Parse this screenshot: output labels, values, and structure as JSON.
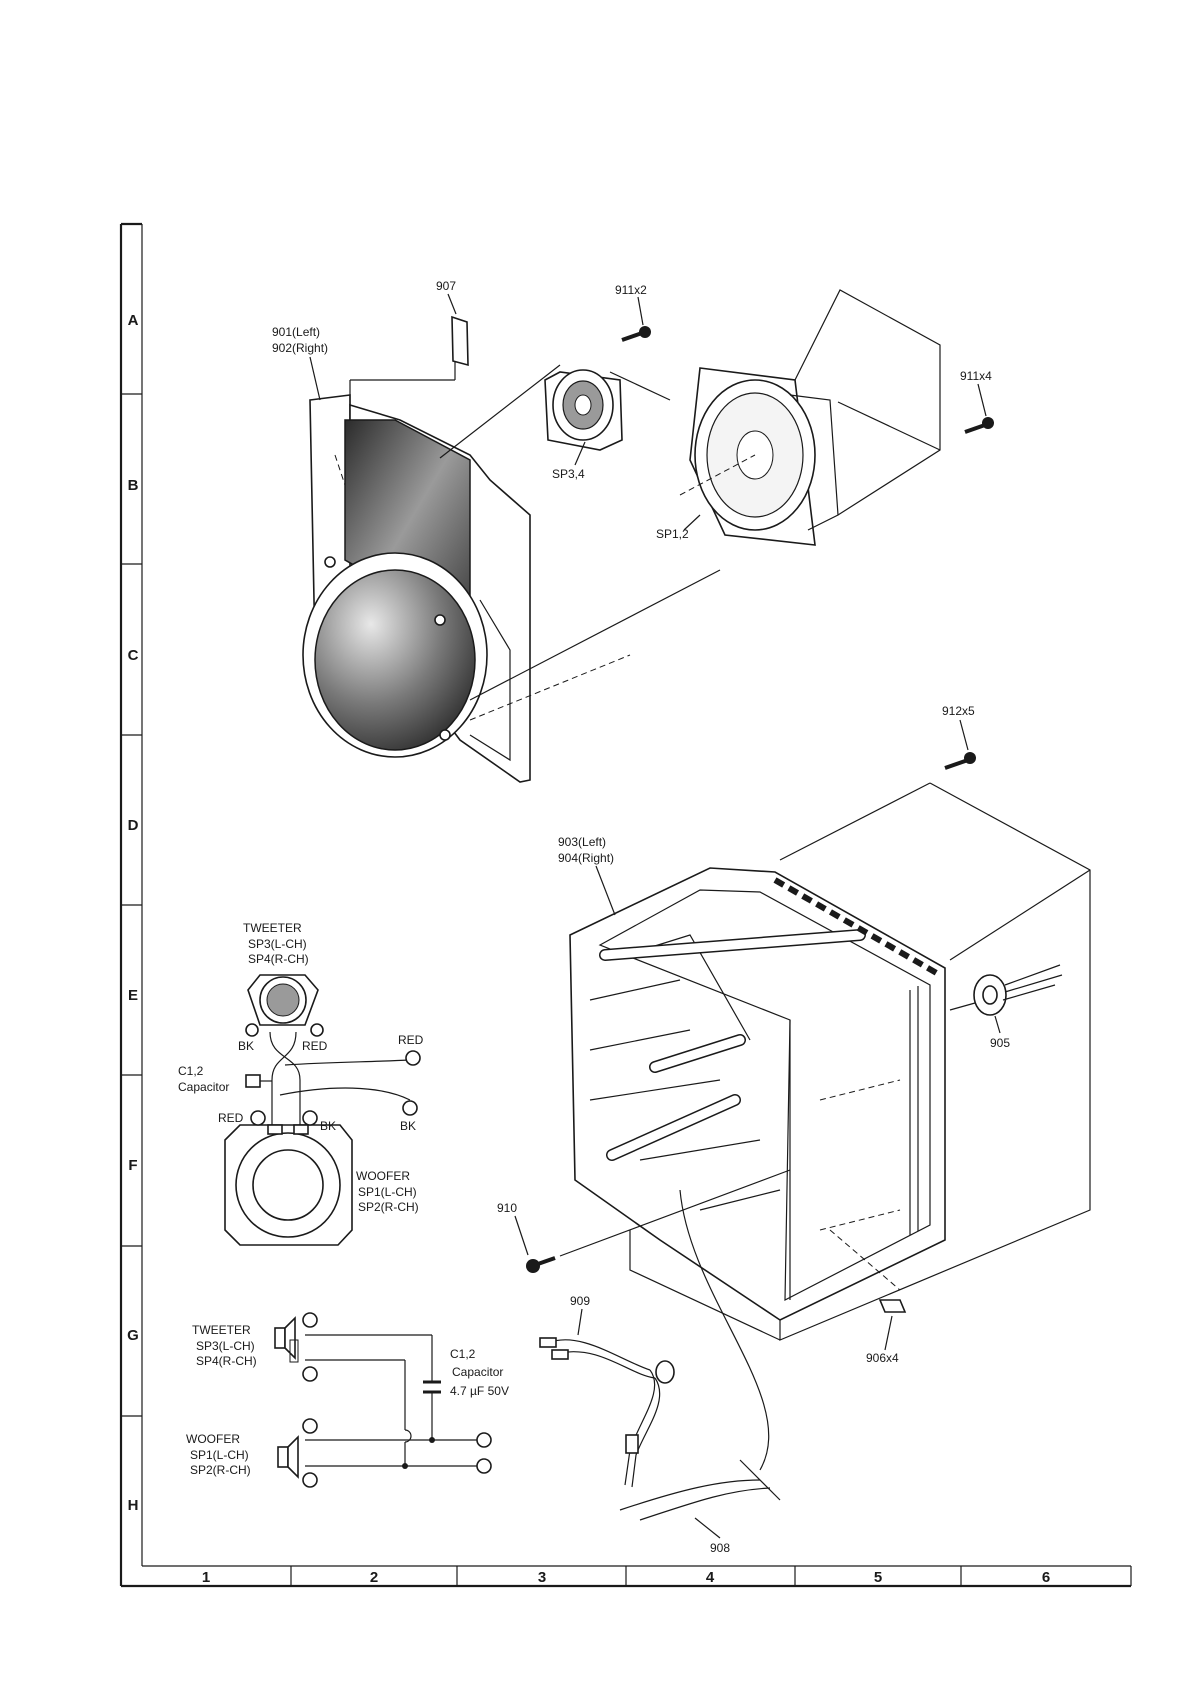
{
  "frame": {
    "rows": [
      "A",
      "B",
      "C",
      "D",
      "E",
      "F",
      "G",
      "H"
    ],
    "columns": [
      "1",
      "2",
      "3",
      "4",
      "5",
      "6"
    ]
  },
  "parts": {
    "p907": "907",
    "p911x2": "911x2",
    "p901": "901(Left)",
    "p902": "902(Right)",
    "p911x4": "911x4",
    "sp34": "SP3,4",
    "sp12": "SP1,2",
    "p912x5": "912x5",
    "p903": "903(Left)",
    "p904": "904(Right)",
    "p905": "905",
    "p910": "910",
    "p909": "909",
    "p906x4": "906x4",
    "p908": "908"
  },
  "wiring": {
    "tweeter_title": "TWEETER",
    "tweeter_l": "SP3(L-CH)",
    "tweeter_r": "SP4(R-CH)",
    "bk_top": "BK",
    "red_top": "RED",
    "red_right": "RED",
    "c12": "C1,2",
    "capacitor": "Capacitor",
    "red_left": "RED",
    "bk_mid": "BK",
    "bk_right": "BK",
    "woofer_title": "WOOFER",
    "woofer_l": "SP1(L-CH)",
    "woofer_r": "SP2(R-CH)"
  },
  "schematic": {
    "tweeter_title": "TWEETER",
    "tweeter_l": "SP3(L-CH)",
    "tweeter_r": "SP4(R-CH)",
    "c12": "C1,2",
    "capacitor": "Capacitor",
    "cap_value": "4.7 µF 50V",
    "woofer_title": "WOOFER",
    "woofer_l": "SP1(L-CH)",
    "woofer_r": "SP2(R-CH)"
  }
}
